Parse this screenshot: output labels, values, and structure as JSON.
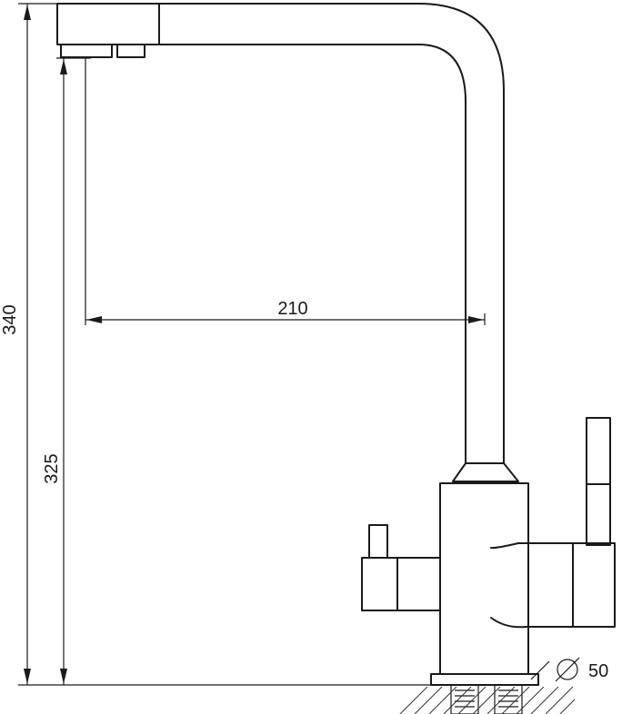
{
  "dimensions": {
    "total_height": "340",
    "spout_height": "325",
    "spout_reach": "210",
    "mount_diameter": "50"
  },
  "colors": {
    "line": "#1a1a1a",
    "background": "#ffffff"
  },
  "icons": {
    "diameter": "diameter-symbol-icon"
  }
}
